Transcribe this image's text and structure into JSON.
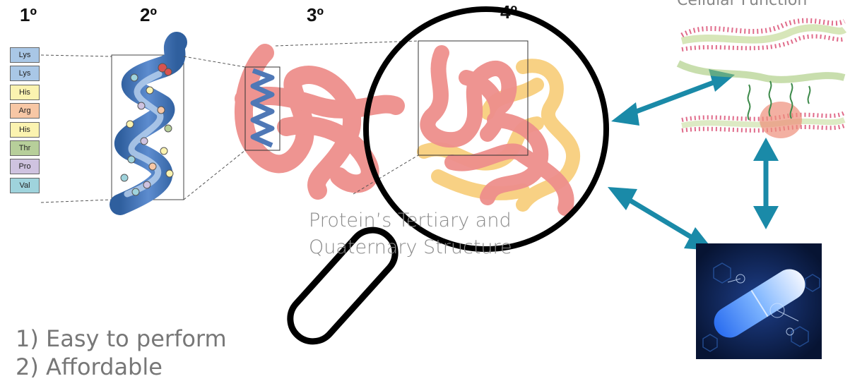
{
  "levels": {
    "primary": "1º",
    "secondary": "2º",
    "tertiary": "3º",
    "quaternary": "4º"
  },
  "amino_acids": [
    {
      "label": "Lys",
      "color": "#a9c7e6"
    },
    {
      "label": "Lys",
      "color": "#a9c7e6"
    },
    {
      "label": "His",
      "color": "#fbf3b0"
    },
    {
      "label": "Arg",
      "color": "#f7c7a5"
    },
    {
      "label": "His",
      "color": "#fbf3b0"
    },
    {
      "label": "Thr",
      "color": "#b7cf9a"
    },
    {
      "label": "Pro",
      "color": "#cfc3e0"
    },
    {
      "label": "Val",
      "color": "#9fd3dc"
    }
  ],
  "magnifier_caption": {
    "line1": "Protein’s Tertiary and",
    "line2": "Quaternary Structure"
  },
  "cellular_function_label": "Cellular Function",
  "list_items": [
    "1)  Easy to perform",
    "2)  Affordable"
  ],
  "colors": {
    "arrow": "#1a8aa8",
    "tertiary_chain": "#ee8f8c",
    "quaternary_chain": "#f8cf7e",
    "helix": "#3f6fae",
    "lens_ring": "#000000"
  },
  "icons": {
    "cell": "cell-membrane-image",
    "drug": "drug-capsule-image",
    "magnifier": "magnifying-glass-icon"
  }
}
